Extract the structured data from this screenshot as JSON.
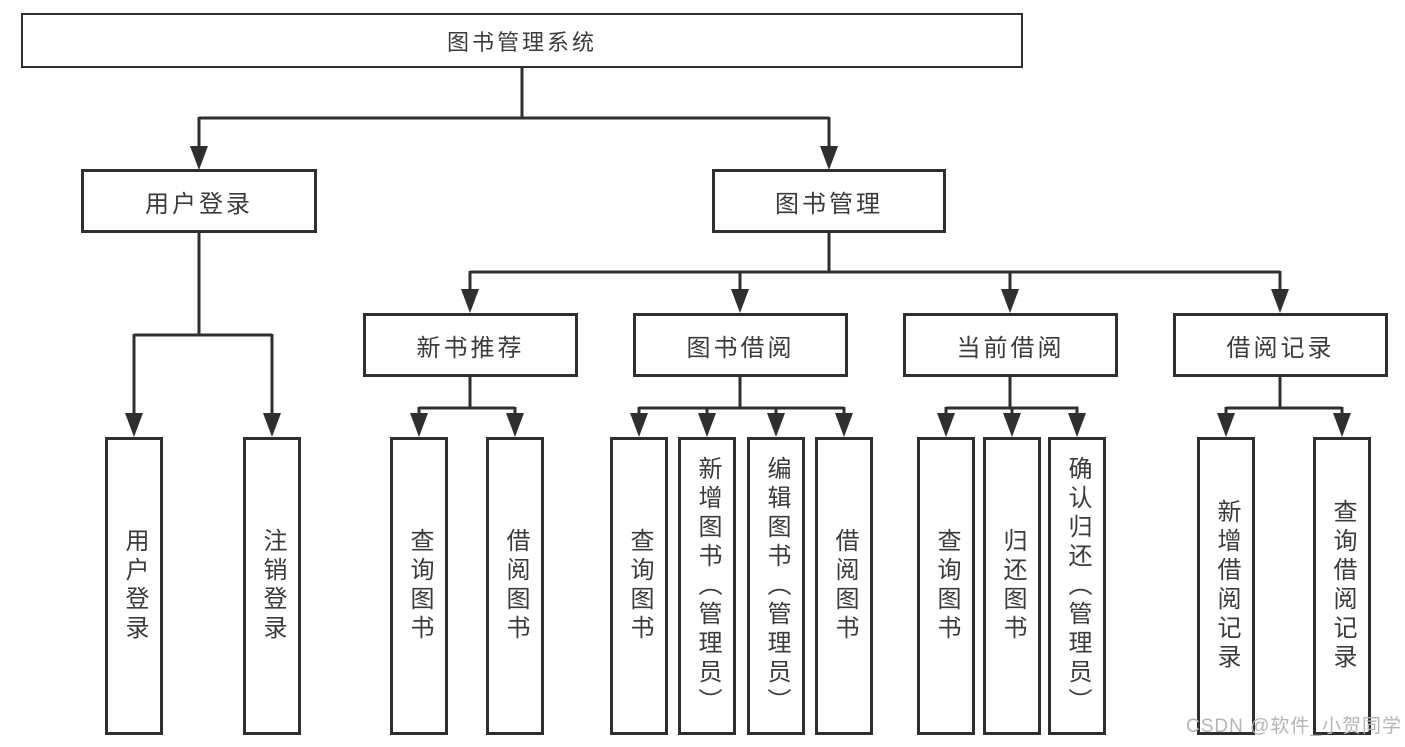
{
  "diagram": {
    "root": {
      "label": "图书管理系统"
    },
    "level2": [
      {
        "label": "用户登录"
      },
      {
        "label": "图书管理"
      }
    ],
    "level3": [
      {
        "label": "新书推荐"
      },
      {
        "label": "图书借阅"
      },
      {
        "label": "当前借阅"
      },
      {
        "label": "借阅记录"
      }
    ],
    "leaves": {
      "user_login": [
        "用户登录",
        "注销登录"
      ],
      "new_book_rec": [
        "查询图书",
        "借阅图书"
      ],
      "book_borrow": [
        "查询图书",
        "新增图书（管理员）",
        "编辑图书（管理员）",
        "借阅图书"
      ],
      "current_borrow": [
        "查询图书",
        "归还图书",
        "确认归还（管理员）"
      ],
      "borrow_records": [
        "新增借阅记录",
        "查询借阅记录"
      ]
    }
  },
  "watermark": {
    "text": "CSDN @软件_小贺同学"
  },
  "colors": {
    "line": "#2f2f2f",
    "border": "#2f2f2f",
    "text": "#3b3b3d",
    "watermark": "#b5b5b5",
    "background": "#ffffff"
  }
}
